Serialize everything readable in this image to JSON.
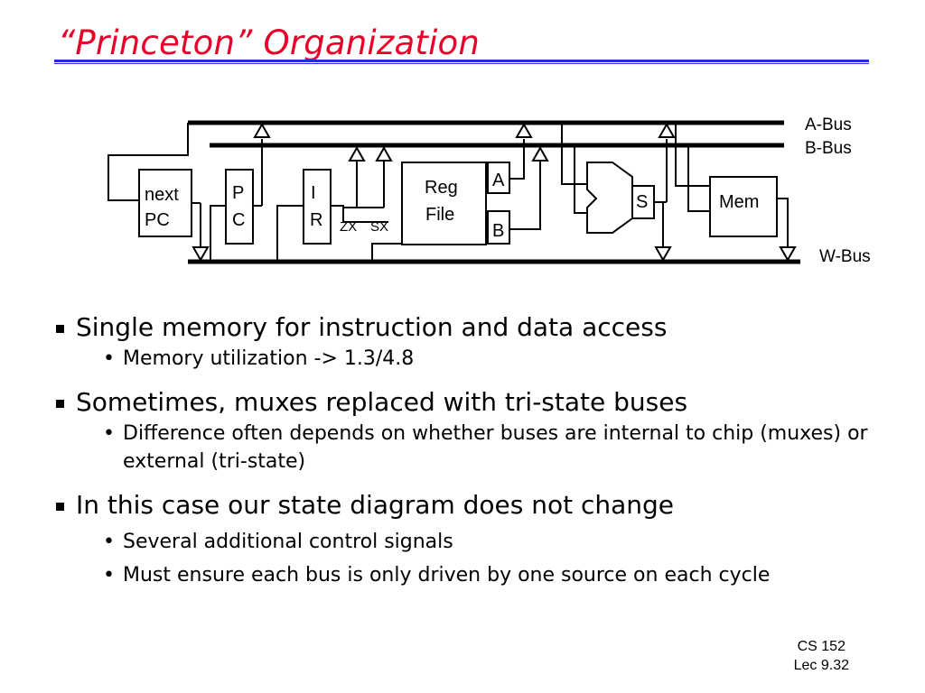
{
  "title": "“Princeton” Organization",
  "diagram": {
    "a_bus_label": "A-Bus",
    "b_bus_label": "B-Bus",
    "w_bus_label": "W-Bus",
    "next_pc": [
      "next",
      "PC"
    ],
    "pc": [
      "P",
      "C"
    ],
    "ir": [
      "I",
      "R"
    ],
    "zx": "ZX",
    "sx": "SX",
    "reg_file": [
      "Reg",
      "File"
    ],
    "reg_a": "A",
    "reg_b": "B",
    "alu_out": "S",
    "mem": "Mem"
  },
  "bullets": [
    {
      "text": "Single memory for instruction and data access",
      "subs": [
        "Memory utilization -> 1.3/4.8"
      ]
    },
    {
      "text": "Sometimes, muxes replaced with tri-state buses",
      "subs": [
        "Difference often depends on whether buses are internal to chip (muxes) or external (tri-state)"
      ]
    },
    {
      "text": "In this case our state diagram does not change",
      "subs": [
        "Several additional control signals",
        "Must ensure each bus is only driven by one source on each cycle"
      ]
    }
  ],
  "footer": {
    "course": "CS 152",
    "lecture": "Lec 9.32"
  }
}
